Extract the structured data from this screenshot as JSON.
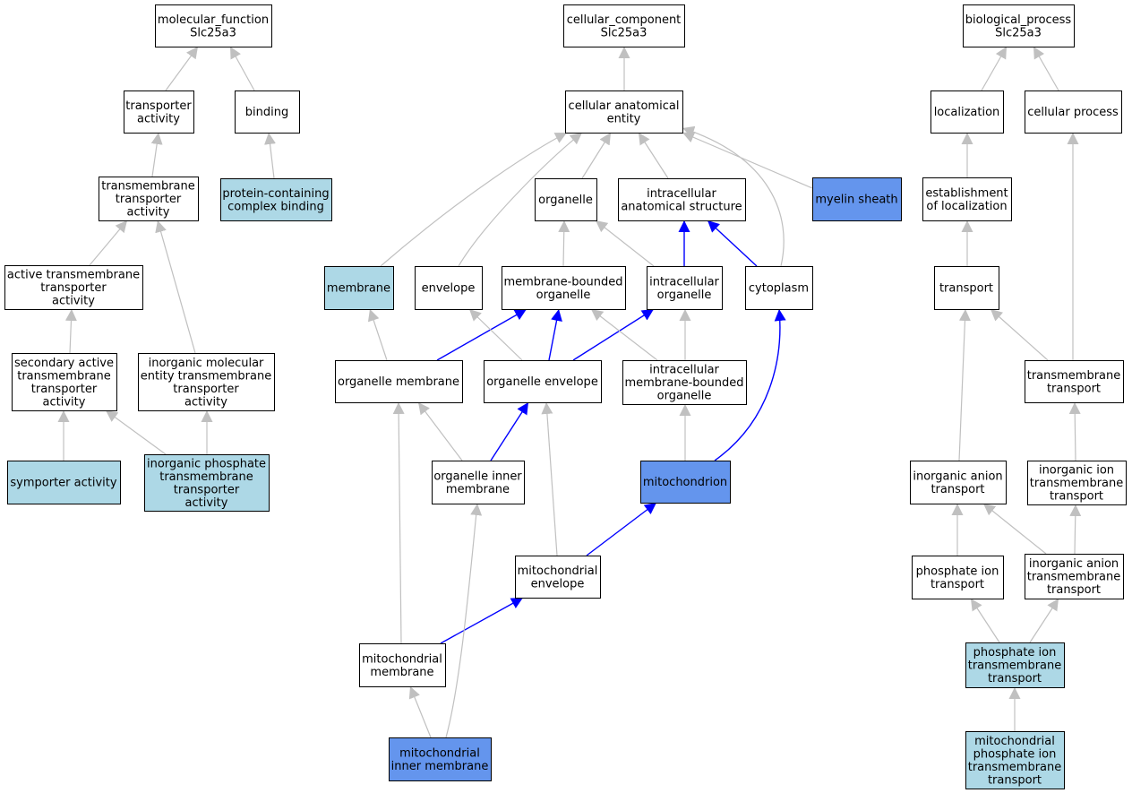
{
  "colors": {
    "plain": "#ffffff",
    "light": "#add8e6",
    "dark": "#6495ed",
    "edge_gray": "#c0c0c0",
    "edge_blue": "#0000ff",
    "border": "#000000"
  },
  "nodes": [
    {
      "id": "molecular_function",
      "lines": [
        "molecular_function",
        "Slc25a3"
      ],
      "style": "plain"
    },
    {
      "id": "transporter_activity",
      "lines": [
        "transporter",
        "activity"
      ],
      "style": "plain"
    },
    {
      "id": "binding",
      "lines": [
        "binding"
      ],
      "style": "plain"
    },
    {
      "id": "transmembrane_transporter_activity",
      "lines": [
        "transmembrane",
        "transporter",
        "activity"
      ],
      "style": "plain"
    },
    {
      "id": "protein_containing_complex_binding",
      "lines": [
        "protein-containing",
        "complex binding"
      ],
      "style": "light"
    },
    {
      "id": "active_transmembrane_transporter_activity",
      "lines": [
        "active transmembrane",
        "transporter",
        "activity"
      ],
      "style": "plain"
    },
    {
      "id": "secondary_active_transmembrane_transporter_activity",
      "lines": [
        "secondary active",
        "transmembrane",
        "transporter",
        "activity"
      ],
      "style": "plain"
    },
    {
      "id": "inorganic_molecular_entity_transmembrane_transporter_activity",
      "lines": [
        "inorganic molecular",
        "entity transmembrane",
        "transporter",
        "activity"
      ],
      "style": "plain"
    },
    {
      "id": "symporter_activity",
      "lines": [
        "symporter activity"
      ],
      "style": "light"
    },
    {
      "id": "inorganic_phosphate_transmembrane_transporter_activity",
      "lines": [
        "inorganic phosphate",
        "transmembrane",
        "transporter",
        "activity"
      ],
      "style": "light"
    },
    {
      "id": "cellular_component",
      "lines": [
        "cellular_component",
        "Slc25a3"
      ],
      "style": "plain"
    },
    {
      "id": "cellular_anatomical_entity",
      "lines": [
        "cellular anatomical",
        "entity"
      ],
      "style": "plain"
    },
    {
      "id": "organelle",
      "lines": [
        "organelle"
      ],
      "style": "plain"
    },
    {
      "id": "intracellular_anatomical_structure",
      "lines": [
        "intracellular",
        "anatomical structure"
      ],
      "style": "plain"
    },
    {
      "id": "myelin_sheath",
      "lines": [
        "myelin sheath"
      ],
      "style": "dark"
    },
    {
      "id": "membrane",
      "lines": [
        "membrane"
      ],
      "style": "light"
    },
    {
      "id": "envelope",
      "lines": [
        "envelope"
      ],
      "style": "plain"
    },
    {
      "id": "membrane_bounded_organelle",
      "lines": [
        "membrane-bounded",
        "organelle"
      ],
      "style": "plain"
    },
    {
      "id": "intracellular_organelle",
      "lines": [
        "intracellular",
        "organelle"
      ],
      "style": "plain"
    },
    {
      "id": "cytoplasm",
      "lines": [
        "cytoplasm"
      ],
      "style": "plain"
    },
    {
      "id": "organelle_membrane",
      "lines": [
        "organelle membrane"
      ],
      "style": "plain"
    },
    {
      "id": "organelle_envelope",
      "lines": [
        "organelle envelope"
      ],
      "style": "plain"
    },
    {
      "id": "intracellular_membrane_bounded_organelle",
      "lines": [
        "intracellular",
        "membrane-bounded",
        "organelle"
      ],
      "style": "plain"
    },
    {
      "id": "organelle_inner_membrane",
      "lines": [
        "organelle inner",
        "membrane"
      ],
      "style": "plain"
    },
    {
      "id": "mitochondrion",
      "lines": [
        "mitochondrion"
      ],
      "style": "dark"
    },
    {
      "id": "mitochondrial_envelope",
      "lines": [
        "mitochondrial",
        "envelope"
      ],
      "style": "plain"
    },
    {
      "id": "mitochondrial_membrane",
      "lines": [
        "mitochondrial",
        "membrane"
      ],
      "style": "plain"
    },
    {
      "id": "mitochondrial_inner_membrane",
      "lines": [
        "mitochondrial",
        "inner membrane"
      ],
      "style": "dark"
    },
    {
      "id": "biological_process",
      "lines": [
        "biological_process",
        "Slc25a3"
      ],
      "style": "plain"
    },
    {
      "id": "localization",
      "lines": [
        "localization"
      ],
      "style": "plain"
    },
    {
      "id": "cellular_process",
      "lines": [
        "cellular process"
      ],
      "style": "plain"
    },
    {
      "id": "establishment_of_localization",
      "lines": [
        "establishment",
        "of localization"
      ],
      "style": "plain"
    },
    {
      "id": "transport",
      "lines": [
        "transport"
      ],
      "style": "plain"
    },
    {
      "id": "transmembrane_transport",
      "lines": [
        "transmembrane",
        "transport"
      ],
      "style": "plain"
    },
    {
      "id": "inorganic_anion_transport",
      "lines": [
        "inorganic anion",
        "transport"
      ],
      "style": "plain"
    },
    {
      "id": "inorganic_ion_transmembrane_transport",
      "lines": [
        "inorganic ion",
        "transmembrane",
        "transport"
      ],
      "style": "plain"
    },
    {
      "id": "phosphate_ion_transport",
      "lines": [
        "phosphate ion",
        "transport"
      ],
      "style": "plain"
    },
    {
      "id": "inorganic_anion_transmembrane_transport",
      "lines": [
        "inorganic anion",
        "transmembrane",
        "transport"
      ],
      "style": "plain"
    },
    {
      "id": "phosphate_ion_transmembrane_transport",
      "lines": [
        "phosphate ion",
        "transmembrane",
        "transport"
      ],
      "style": "light"
    },
    {
      "id": "mitochondrial_phosphate_ion_transmembrane_transport",
      "lines": [
        "mitochondrial",
        "phosphate ion",
        "transmembrane",
        "transport"
      ],
      "style": "light"
    }
  ],
  "edges": [
    {
      "from": "transporter_activity",
      "to": "molecular_function",
      "color": "gray"
    },
    {
      "from": "binding",
      "to": "molecular_function",
      "color": "gray"
    },
    {
      "from": "transmembrane_transporter_activity",
      "to": "transporter_activity",
      "color": "gray"
    },
    {
      "from": "protein_containing_complex_binding",
      "to": "binding",
      "color": "gray"
    },
    {
      "from": "active_transmembrane_transporter_activity",
      "to": "transmembrane_transporter_activity",
      "color": "gray"
    },
    {
      "from": "inorganic_molecular_entity_transmembrane_transporter_activity",
      "to": "transmembrane_transporter_activity",
      "color": "gray"
    },
    {
      "from": "secondary_active_transmembrane_transporter_activity",
      "to": "active_transmembrane_transporter_activity",
      "color": "gray"
    },
    {
      "from": "symporter_activity",
      "to": "secondary_active_transmembrane_transporter_activity",
      "color": "gray"
    },
    {
      "from": "inorganic_phosphate_transmembrane_transporter_activity",
      "to": "secondary_active_transmembrane_transporter_activity",
      "color": "gray"
    },
    {
      "from": "inorganic_phosphate_transmembrane_transporter_activity",
      "to": "inorganic_molecular_entity_transmembrane_transporter_activity",
      "color": "gray"
    },
    {
      "from": "cellular_anatomical_entity",
      "to": "cellular_component",
      "color": "gray"
    },
    {
      "from": "organelle",
      "to": "cellular_anatomical_entity",
      "color": "gray"
    },
    {
      "from": "intracellular_anatomical_structure",
      "to": "cellular_anatomical_entity",
      "color": "gray"
    },
    {
      "from": "myelin_sheath",
      "to": "cellular_anatomical_entity",
      "color": "gray"
    },
    {
      "from": "membrane",
      "to": "cellular_anatomical_entity",
      "color": "gray"
    },
    {
      "from": "envelope",
      "to": "cellular_anatomical_entity",
      "color": "gray"
    },
    {
      "from": "cytoplasm",
      "to": "cellular_anatomical_entity",
      "color": "gray"
    },
    {
      "from": "membrane_bounded_organelle",
      "to": "organelle",
      "color": "gray"
    },
    {
      "from": "intracellular_organelle",
      "to": "organelle",
      "color": "gray"
    },
    {
      "from": "intracellular_organelle",
      "to": "intracellular_anatomical_structure",
      "color": "blue"
    },
    {
      "from": "cytoplasm",
      "to": "intracellular_anatomical_structure",
      "color": "blue"
    },
    {
      "from": "organelle_membrane",
      "to": "membrane",
      "color": "gray"
    },
    {
      "from": "organelle_membrane",
      "to": "membrane_bounded_organelle",
      "color": "blue"
    },
    {
      "from": "organelle_envelope",
      "to": "envelope",
      "color": "gray"
    },
    {
      "from": "organelle_envelope",
      "to": "membrane_bounded_organelle",
      "color": "blue"
    },
    {
      "from": "organelle_envelope",
      "to": "intracellular_organelle",
      "color": "blue"
    },
    {
      "from": "intracellular_membrane_bounded_organelle",
      "to": "membrane_bounded_organelle",
      "color": "gray"
    },
    {
      "from": "intracellular_membrane_bounded_organelle",
      "to": "intracellular_organelle",
      "color": "gray"
    },
    {
      "from": "organelle_inner_membrane",
      "to": "organelle_membrane",
      "color": "gray"
    },
    {
      "from": "organelle_inner_membrane",
      "to": "organelle_envelope",
      "color": "blue"
    },
    {
      "from": "mitochondrion",
      "to": "intracellular_membrane_bounded_organelle",
      "color": "gray"
    },
    {
      "from": "mitochondrion",
      "to": "cytoplasm",
      "color": "blue"
    },
    {
      "from": "mitochondrial_envelope",
      "to": "organelle_envelope",
      "color": "gray"
    },
    {
      "from": "mitochondrial_envelope",
      "to": "mitochondrion",
      "color": "blue"
    },
    {
      "from": "mitochondrial_membrane",
      "to": "organelle_membrane",
      "color": "gray"
    },
    {
      "from": "mitochondrial_membrane",
      "to": "mitochondrial_envelope",
      "color": "blue"
    },
    {
      "from": "mitochondrial_inner_membrane",
      "to": "mitochondrial_membrane",
      "color": "gray"
    },
    {
      "from": "mitochondrial_inner_membrane",
      "to": "organelle_inner_membrane",
      "color": "gray"
    },
    {
      "from": "localization",
      "to": "biological_process",
      "color": "gray"
    },
    {
      "from": "cellular_process",
      "to": "biological_process",
      "color": "gray"
    },
    {
      "from": "establishment_of_localization",
      "to": "localization",
      "color": "gray"
    },
    {
      "from": "transport",
      "to": "establishment_of_localization",
      "color": "gray"
    },
    {
      "from": "transmembrane_transport",
      "to": "transport",
      "color": "gray"
    },
    {
      "from": "transmembrane_transport",
      "to": "cellular_process",
      "color": "gray"
    },
    {
      "from": "inorganic_anion_transport",
      "to": "transport",
      "color": "gray"
    },
    {
      "from": "inorganic_ion_transmembrane_transport",
      "to": "transmembrane_transport",
      "color": "gray"
    },
    {
      "from": "phosphate_ion_transport",
      "to": "inorganic_anion_transport",
      "color": "gray"
    },
    {
      "from": "inorganic_anion_transmembrane_transport",
      "to": "inorganic_anion_transport",
      "color": "gray"
    },
    {
      "from": "inorganic_anion_transmembrane_transport",
      "to": "inorganic_ion_transmembrane_transport",
      "color": "gray"
    },
    {
      "from": "phosphate_ion_transmembrane_transport",
      "to": "phosphate_ion_transport",
      "color": "gray"
    },
    {
      "from": "phosphate_ion_transmembrane_transport",
      "to": "inorganic_anion_transmembrane_transport",
      "color": "gray"
    },
    {
      "from": "mitochondrial_phosphate_ion_transmembrane_transport",
      "to": "phosphate_ion_transmembrane_transport",
      "color": "gray"
    }
  ]
}
